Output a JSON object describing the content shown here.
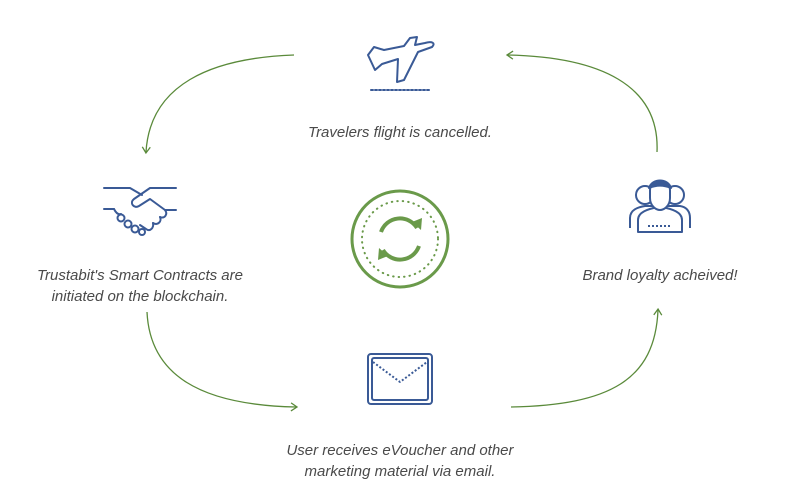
{
  "colors": {
    "arrow": "#5a8a3a",
    "icon": "#3a5a96",
    "center": "#6a9a4a",
    "text": "#4a4a4a"
  },
  "steps": [
    {
      "icon": "airplane-icon",
      "lines": [
        "Travelers flight is cancelled."
      ]
    },
    {
      "icon": "handshake-icon",
      "lines": [
        "Trustabit's Smart Contracts are",
        "initiated on the blockchain."
      ]
    },
    {
      "icon": "envelope-icon",
      "lines": [
        "User receives eVoucher and other",
        "marketing material via email."
      ]
    },
    {
      "icon": "users-group-icon",
      "lines": [
        "Brand loyalty acheived!"
      ]
    }
  ],
  "center": {
    "icon": "refresh-cycle-icon"
  }
}
